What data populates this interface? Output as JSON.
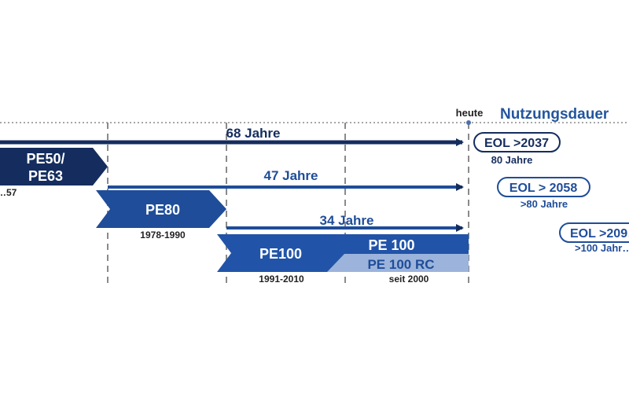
{
  "timeline": {
    "today_label": "heute",
    "lifetime_label": "Nutzungsdauer",
    "generations": [
      {
        "name_line1": "PE50/",
        "name_line2": "PE63",
        "period": "…57",
        "span_label": "68 Jahre",
        "eol_label": "EOL >2037",
        "lifetime": "80 Jahre"
      },
      {
        "name_line1": "PE80",
        "period": "1978-1990",
        "span_label": "47 Jahre",
        "eol_label": "EOL > 2058",
        "lifetime": ">80 Jahre"
      },
      {
        "name_line1": "PE100",
        "period": "1991-2010",
        "span_label": "34 Jahre",
        "eol_label": "EOL >209…",
        "lifetime": ">100 Jahr…"
      }
    ],
    "sub_types": [
      {
        "name": "PE 100"
      },
      {
        "name": "PE 100 RC",
        "period": "seit 2000"
      }
    ]
  },
  "colors": {
    "dark_navy": "#142d5e",
    "mid_blue": "#1f4d99",
    "pe100_blue": "#2154a8",
    "light_blue": "#9cb4db",
    "divider_gray": "#8a8a8a",
    "title_blue": "#23559e"
  }
}
